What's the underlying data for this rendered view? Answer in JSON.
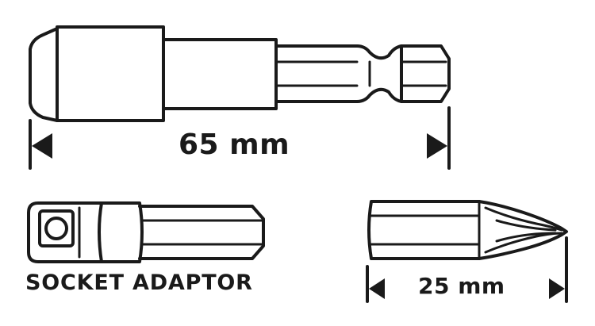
{
  "labels": {
    "holder_length": "65 mm",
    "socket_adaptor": "SOCKET ADAPTOR",
    "bit_length": "25 mm"
  },
  "colors": {
    "line": "#1a1a1a",
    "background": "#ffffff"
  }
}
